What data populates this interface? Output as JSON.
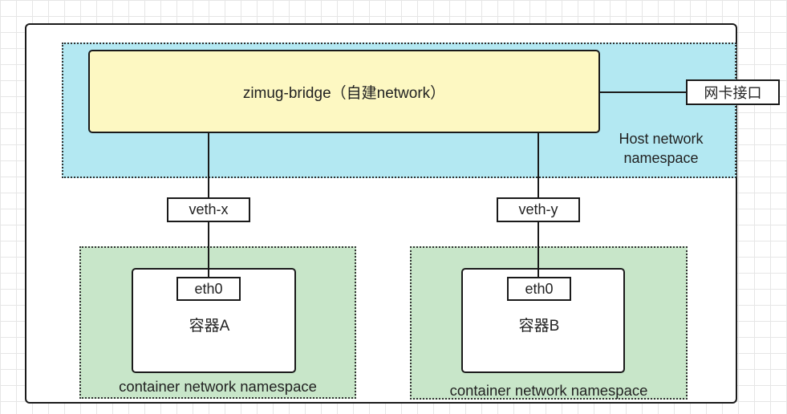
{
  "colors": {
    "host_ns_fill": "#b3e8f2",
    "bridge_fill": "#fdf8c2",
    "container_ns_fill": "#c8e6c9",
    "line": "#1a1a1a"
  },
  "host": {
    "bridge_label": "zimug-bridge（自建network）",
    "namespace_label_line1": "Host network",
    "namespace_label_line2": "namespace",
    "nic_label": "网卡接口"
  },
  "veths": [
    "veth-x",
    "veth-y"
  ],
  "containers": [
    {
      "eth": "eth0",
      "name": "容器A",
      "namespace_label": "container network namespace"
    },
    {
      "eth": "eth0",
      "name": "容器B",
      "namespace_label": "container network namespace"
    }
  ]
}
